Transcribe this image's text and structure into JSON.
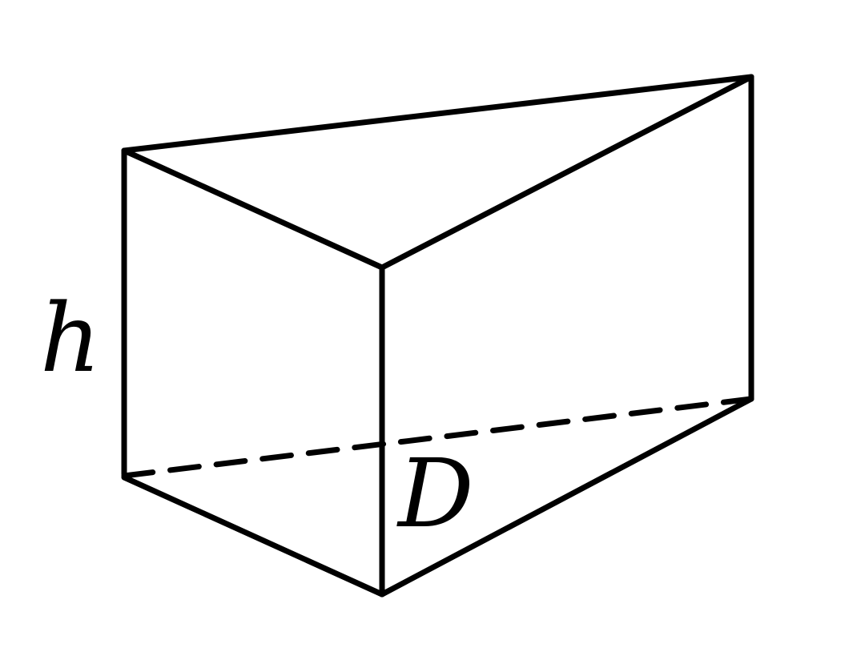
{
  "figure": {
    "labels": {
      "height": "h",
      "vertex": "D"
    },
    "colors": {
      "stroke": "#000000",
      "background": "#ffffff"
    },
    "edges": {
      "visible_style": "solid",
      "hidden_style": "dashed"
    }
  }
}
